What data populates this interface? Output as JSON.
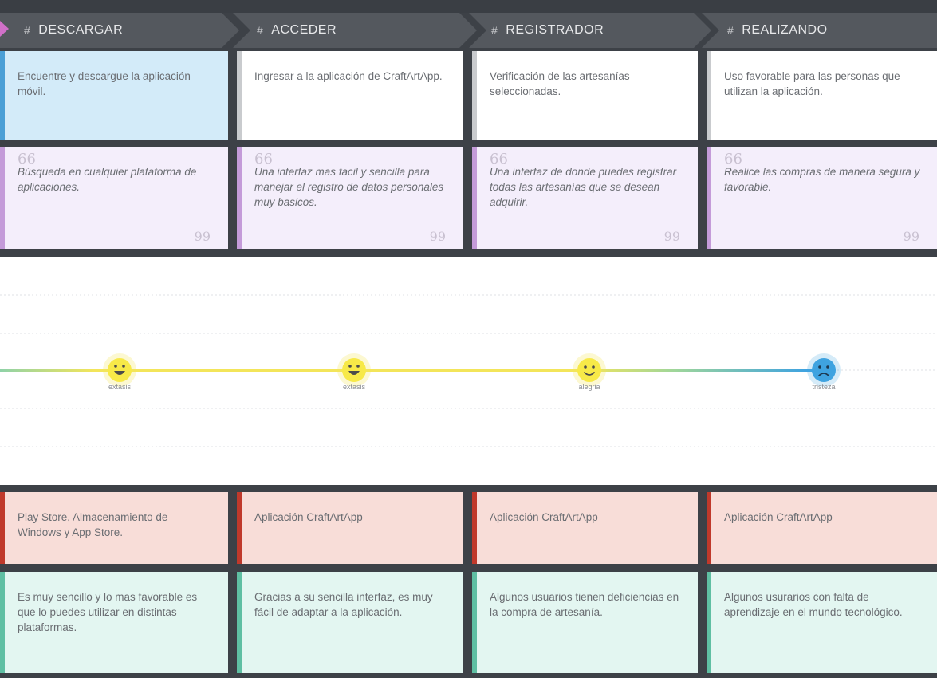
{
  "stages": [
    {
      "label": "DESCARGAR"
    },
    {
      "label": "ACCEDER"
    },
    {
      "label": "REGISTRADOR"
    },
    {
      "label": "REALIZANDO"
    }
  ],
  "stage_marker": "#",
  "actions": [
    "Encuentre y descargue la aplicación móvil.",
    "Ingresar a la aplicación de CraftArtApp.",
    "Verificación de las artesanías seleccionadas.",
    "Uso favorable para las personas que utilizan la aplicación."
  ],
  "quotes": [
    "Búsqueda en cualquier plataforma de aplicaciones.",
    "Una interfaz mas facil y sencilla para manejar el registro de datos personales muy basicos.",
    "Una interfaz de donde puedes registrar todas las artesanías que se desean adquirir.",
    "Realice las compras de manera segura y favorable."
  ],
  "quote_open": "66",
  "quote_close": "99",
  "emotions": [
    {
      "label": "extasis",
      "icon": "laughing-face-icon",
      "level": 1,
      "color": "#f3e55a"
    },
    {
      "label": "extasis",
      "icon": "laughing-face-icon",
      "level": 1,
      "color": "#f3e55a"
    },
    {
      "label": "alegria",
      "icon": "smiling-face-icon",
      "level": 1,
      "color": "#f3e55a"
    },
    {
      "label": "tristeza",
      "icon": "sad-face-icon",
      "level": 1,
      "color": "#3fa3e0"
    }
  ],
  "touchpoints": [
    "Play Store, Almacenamiento de Windows y App Store.",
    "Aplicación CraftArtApp",
    "Aplicación CraftArtApp",
    "Aplicación CraftArtApp"
  ],
  "opportunities": [
    "Es muy sencillo y lo mas favorable es que lo puedes utilizar en distintas plataformas.",
    "Gracias a su sencilla interfaz, es muy fácil de adaptar a la aplicación.",
    "Algunos usuarios tienen deficiencias en la compra de artesanía.",
    "Algunos usurarios con falta de aprendizaje en el mundo tecnológico."
  ],
  "colors": {
    "background": "#3d4147",
    "stage": "#54585e",
    "action_highlight": "#d3ebf9",
    "quote": "#f4eefb",
    "touchpoint": "#f8ddd8",
    "opportunity": "#e3f6f1",
    "emotion_line": "#f3e55a",
    "sad": "#3fa3e0"
  }
}
